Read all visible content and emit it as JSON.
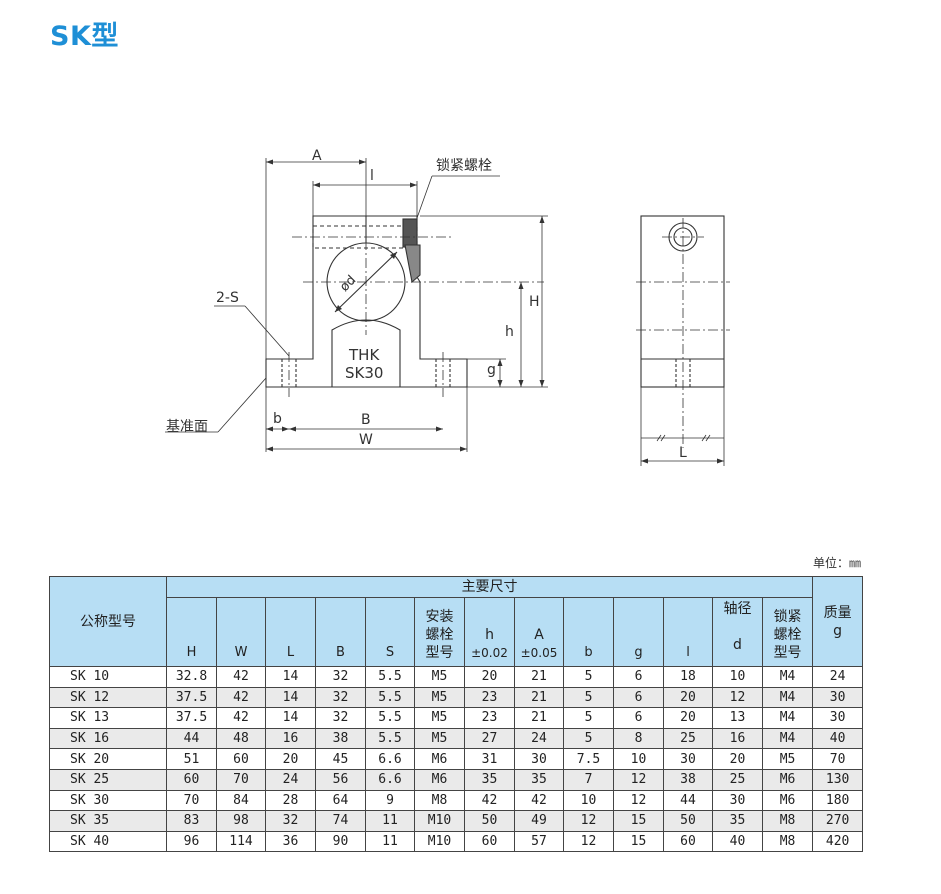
{
  "title": "SK型",
  "drawing": {
    "labels": {
      "A": "A",
      "l": "l",
      "lock_bolt": "锁紧螺栓",
      "phi_d": "ød",
      "two_s": "2-S",
      "H": "H",
      "h": "h",
      "g": "g",
      "b": "b",
      "B": "B",
      "W": "W",
      "ref_surface": "基准面",
      "brand": "THK",
      "model": "SK30",
      "L": "L"
    }
  },
  "table": {
    "unit": "单位：㎜",
    "col_model": "公称型号",
    "group": "主要尺寸",
    "headers": {
      "H": "H",
      "W": "W",
      "L": "L",
      "B": "B",
      "S": "S",
      "mount": [
        "安装",
        "螺栓",
        "型号"
      ],
      "h": "h",
      "h_tol": "±0.02",
      "A": "A",
      "A_tol": "±0.05",
      "b": "b",
      "g": "g",
      "l": "l",
      "shaft": "轴径",
      "shaft_sym": "d",
      "lock": [
        "锁紧",
        "螺栓",
        "型号"
      ],
      "mass": "质量",
      "mass_unit": "g"
    },
    "rows": [
      [
        "SK 10",
        "32.8",
        "42",
        "14",
        "32",
        "5.5",
        "M5",
        "20",
        "21",
        "5",
        "6",
        "18",
        "10",
        "M4",
        "24"
      ],
      [
        "SK 12",
        "37.5",
        "42",
        "14",
        "32",
        "5.5",
        "M5",
        "23",
        "21",
        "5",
        "6",
        "20",
        "12",
        "M4",
        "30"
      ],
      [
        "SK 13",
        "37.5",
        "42",
        "14",
        "32",
        "5.5",
        "M5",
        "23",
        "21",
        "5",
        "6",
        "20",
        "13",
        "M4",
        "30"
      ],
      [
        "SK 16",
        "44",
        "48",
        "16",
        "38",
        "5.5",
        "M5",
        "27",
        "24",
        "5",
        "8",
        "25",
        "16",
        "M4",
        "40"
      ],
      [
        "SK 20",
        "51",
        "60",
        "20",
        "45",
        "6.6",
        "M6",
        "31",
        "30",
        "7.5",
        "10",
        "30",
        "20",
        "M5",
        "70"
      ],
      [
        "SK 25",
        "60",
        "70",
        "24",
        "56",
        "6.6",
        "M6",
        "35",
        "35",
        "7",
        "12",
        "38",
        "25",
        "M6",
        "130"
      ],
      [
        "SK 30",
        "70",
        "84",
        "28",
        "64",
        "9",
        "M8",
        "42",
        "42",
        "10",
        "12",
        "44",
        "30",
        "M6",
        "180"
      ],
      [
        "SK 35",
        "83",
        "98",
        "32",
        "74",
        "11",
        "M10",
        "50",
        "49",
        "12",
        "15",
        "50",
        "35",
        "M8",
        "270"
      ],
      [
        "SK 40",
        "96",
        "114",
        "36",
        "90",
        "11",
        "M10",
        "60",
        "57",
        "12",
        "15",
        "60",
        "40",
        "M8",
        "420"
      ]
    ]
  }
}
